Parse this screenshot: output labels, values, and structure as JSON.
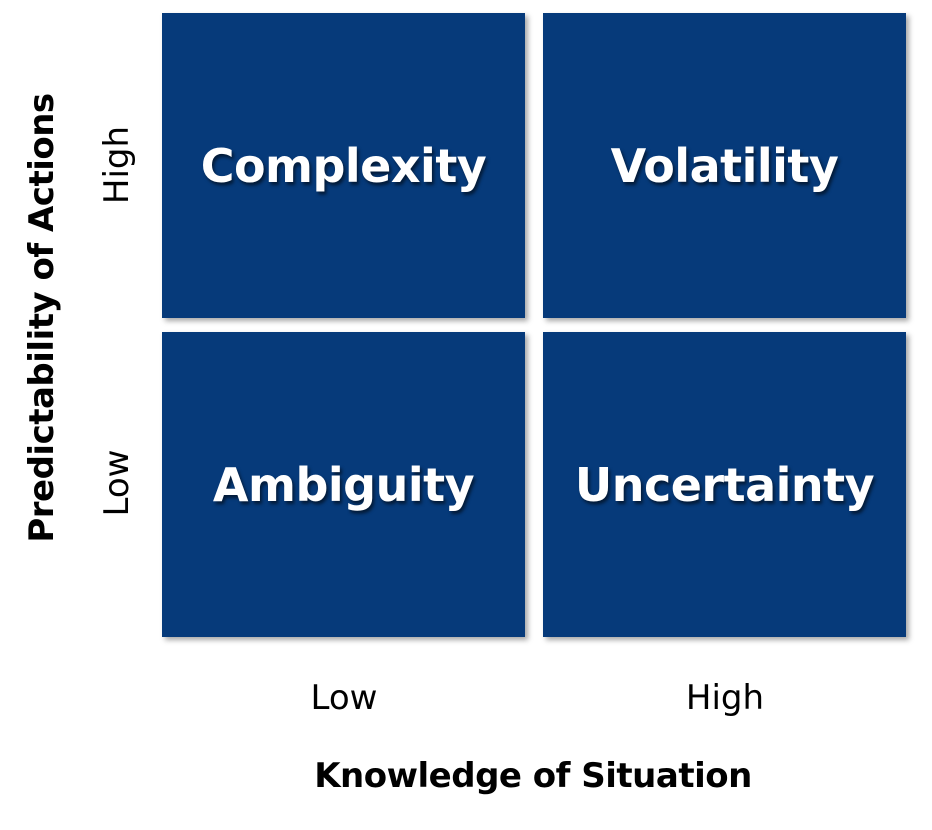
{
  "quadrants": {
    "top_left": "Complexity",
    "top_right": "Volatility",
    "bottom_left": "Ambiguity",
    "bottom_right": "Uncertainty"
  },
  "x_axis": {
    "title": "Knowledge of Situation",
    "low_label": "Low",
    "high_label": "High"
  },
  "y_axis": {
    "title": "Predictability of Actions",
    "low_label": "Low",
    "high_label": "High"
  },
  "colors": {
    "quadrant_fill": "#063a7a",
    "quadrant_text": "#ffffff"
  }
}
